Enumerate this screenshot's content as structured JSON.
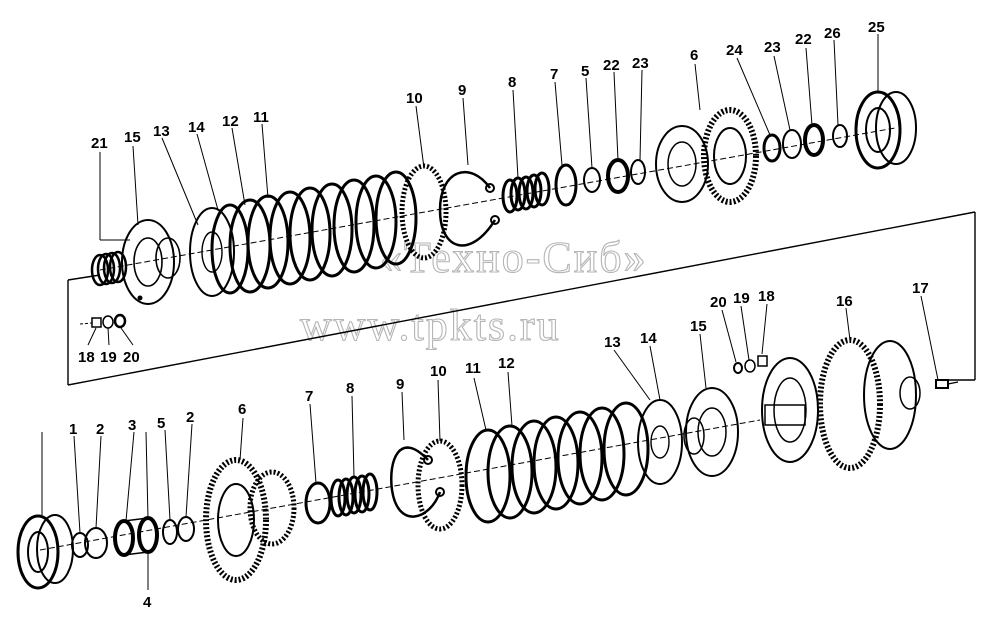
{
  "watermark": {
    "line1": "«Техно-Сиб»",
    "line2": "www.tpkts.ru"
  },
  "upper_labels": [
    "21",
    "15",
    "13",
    "14",
    "12",
    "11",
    "10",
    "9",
    "8",
    "7",
    "5",
    "22",
    "23",
    "6",
    "24",
    "23",
    "22",
    "26",
    "25",
    "20",
    "19",
    "18",
    "18",
    "19",
    "20",
    "16",
    "17"
  ],
  "lower_labels": [
    "1",
    "2",
    "3",
    "4",
    "5",
    "2",
    "6",
    "7",
    "8",
    "9",
    "10",
    "11",
    "12",
    "13",
    "14",
    "15"
  ]
}
